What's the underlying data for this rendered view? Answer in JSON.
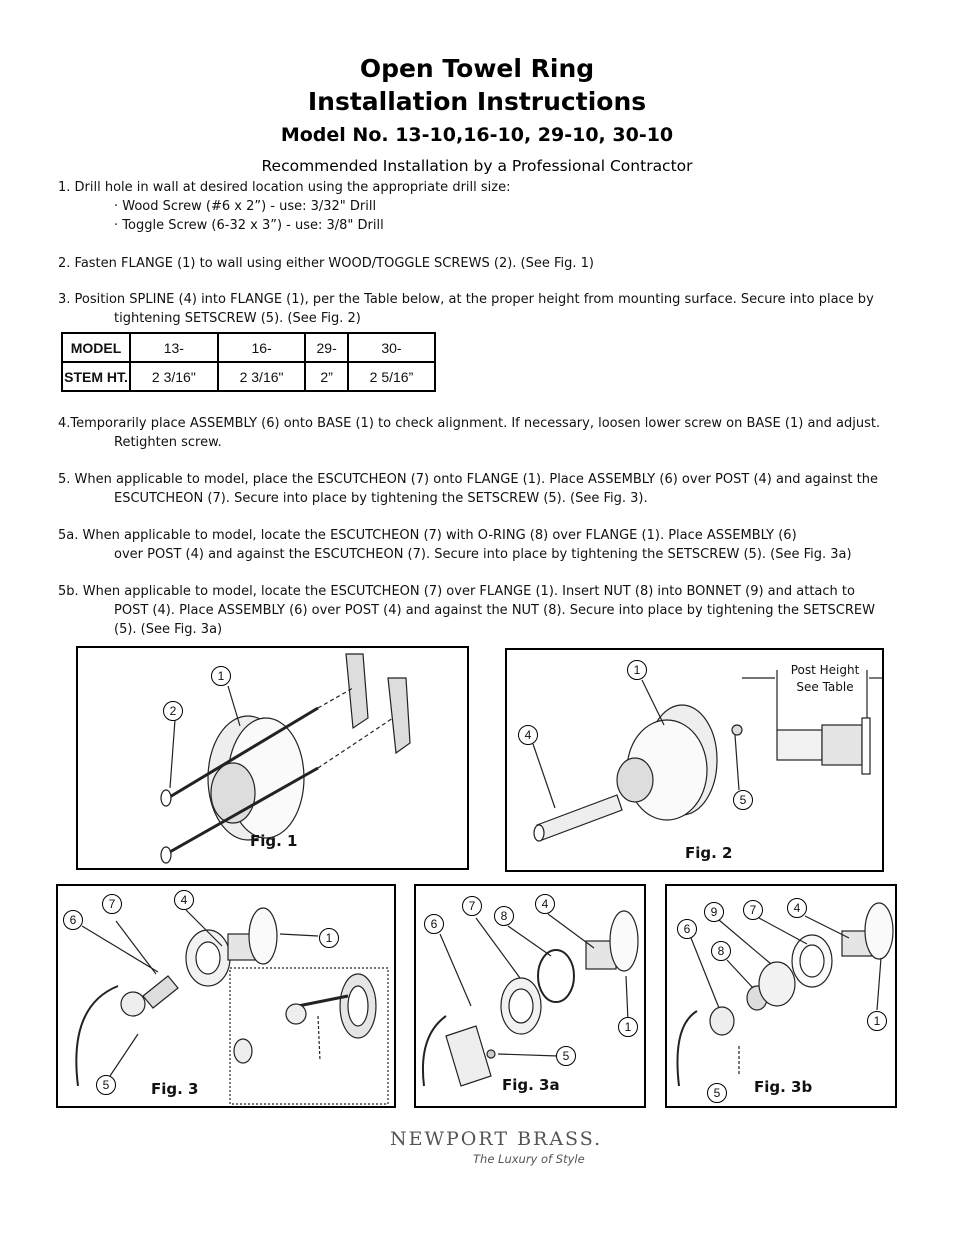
{
  "header": {
    "title_line1": "Open Towel Ring",
    "title_line2": "Installation Instructions",
    "model": "Model No. 13-10,16-10, 29-10, 30-10",
    "recommendation": "Recommended Installation by a Professional Contractor"
  },
  "steps": {
    "s1": "1. Drill hole in wall at desired location using the appropriate drill size:",
    "s1a": "· Wood Screw (#6 x 2”) - use: 3/32\" Drill",
    "s1b": "· Toggle Screw (6-32 x 3”) - use: 3/8\" Drill",
    "s2": "2. Fasten FLANGE (1) to wall using either WOOD/TOGGLE SCREWS (2).  (See Fig. 1)",
    "s3_l1": "3. Position SPLINE (4) into FLANGE (1), per the Table below, at the proper height from mounting surface.  Secure into place by",
    "s3_l2": "tightening SETSCREW (5).  (See Fig. 2)",
    "s4_l1": "4.Temporarily place ASSEMBLY (6) onto BASE (1) to check alignment.  If necessary, loosen lower screw on BASE (1) and adjust.",
    "s4_l2": "Retighten screw.",
    "s5_l1": "5. When applicable to model, place the ESCUTCHEON (7) onto FLANGE (1). Place ASSEMBLY (6) over POST (4) and against the",
    "s5_l2": "ESCUTCHEON (7). Secure into place by tightening the SETSCREW (5).  (See Fig. 3).",
    "s5a_l1": "5a. When applicable to model, locate the ESCUTCHEON (7) with O-RING (8) over FLANGE (1).  Place ASSEMBLY (6)",
    "s5a_l2": "over POST (4) and against the ESCUTCHEON (7). Secure into place by tightening the SETSCREW (5).  (See Fig. 3a)",
    "s5b_l1": "5b. When applicable to model, locate the ESCUTCHEON (7) over FLANGE (1).  Insert NUT (8) into BONNET (9) and attach to",
    "s5b_l2": "POST (4). Place ASSEMBLY (6) over POST (4) and against the NUT (8). Secure into place by tightening the SETSCREW",
    "s5b_l3": "(5).  (See Fig. 3a)"
  },
  "table": {
    "model_label": "MODEL",
    "stem_label": "STEM HT.",
    "models": [
      "13-",
      "16-",
      "29-",
      "30-"
    ],
    "heights": [
      "2 3/16\"",
      "2 3/16\"",
      "2”",
      "2 5/16”"
    ]
  },
  "figures": {
    "fig1": {
      "label": "Fig. 1",
      "callouts": [
        "1",
        "2"
      ]
    },
    "fig2": {
      "label": "Fig. 2",
      "callouts": [
        "1",
        "4",
        "5"
      ],
      "post_height": "Post Height",
      "see_table": "See Table"
    },
    "fig3": {
      "label": "Fig. 3",
      "callouts": [
        "7",
        "4",
        "6",
        "1",
        "5"
      ]
    },
    "fig3a": {
      "label": "Fig. 3a",
      "callouts": [
        "7",
        "4",
        "8",
        "6",
        "1",
        "5"
      ]
    },
    "fig3b": {
      "label": "Fig. 3b",
      "callouts": [
        "9",
        "7",
        "4",
        "6",
        "8",
        "1",
        "5"
      ]
    }
  },
  "footer": {
    "brand": "NEWPORT BRASS.",
    "tagline": "The Luxury of Style"
  }
}
